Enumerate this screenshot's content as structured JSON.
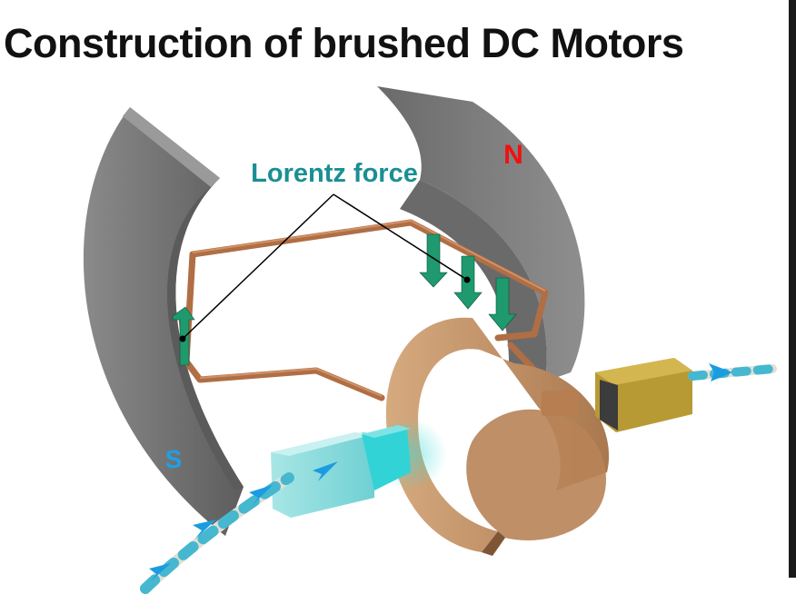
{
  "title": "Construction of brushed DC Motors",
  "labels": {
    "lorentz": "Lorentz force",
    "north": "N",
    "south": "S"
  },
  "colors": {
    "magnet": "#7d7d7d",
    "coil": "#b06e45",
    "commutator": "#c39469",
    "brush_left": "#5fd3d6",
    "brush_right": "#b89a35",
    "force_arrow": "#1e9a6e",
    "current_arrow": "#1b9be0",
    "lorentz_text": "#1a8f93",
    "north_text": "#ee1111",
    "south_text": "#1ea0e6"
  },
  "icons": [
    "force-arrow-icon",
    "current-arrow-icon"
  ]
}
